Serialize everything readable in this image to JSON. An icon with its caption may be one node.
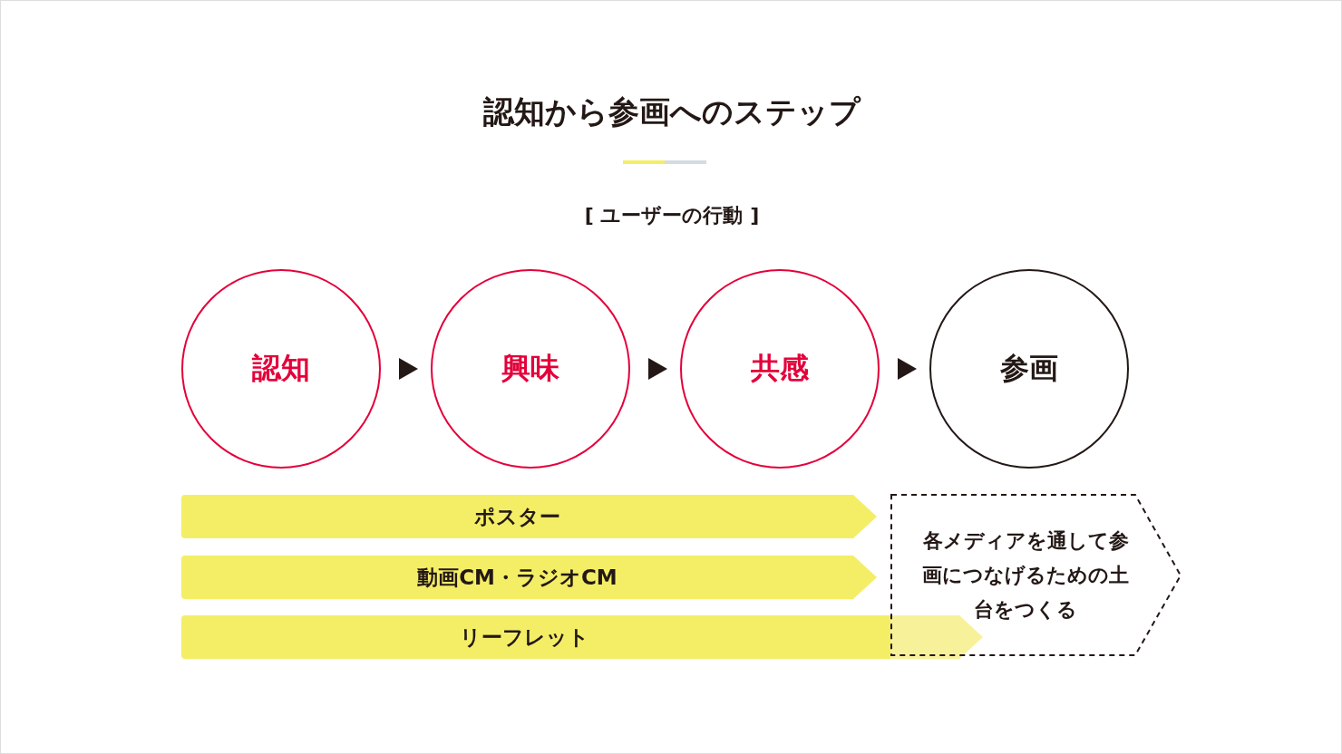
{
  "diagram": {
    "title": "認知から参画へのステップ",
    "nodes": [
      {
        "text": [
          "認知"
        ]
      },
      {
        "text": [
          "興味"
        ]
      },
      {
        "text": [
          "共感"
        ]
      },
      {
        "text": [
          "参画"
        ]
      },
      {
        "text": [
          "ポスター"
        ]
      },
      {
        "text": [
          "動画CM・ラジオCM"
        ]
      },
      {
        "text": [
          "リーフレット"
        ]
      },
      {
        "text": [
          "各メディアを通して参画につなげるための土台をつくる"
        ]
      }
    ],
    "edges": [
      {
        "from": 0,
        "to": 1,
        "arrow": "to"
      },
      {
        "from": 1,
        "to": 2,
        "arrow": "to"
      },
      {
        "from": 2,
        "to": 3,
        "arrow": "to"
      }
    ],
    "labels": [
      "[ ユーザーの行動 ]"
    ]
  }
}
